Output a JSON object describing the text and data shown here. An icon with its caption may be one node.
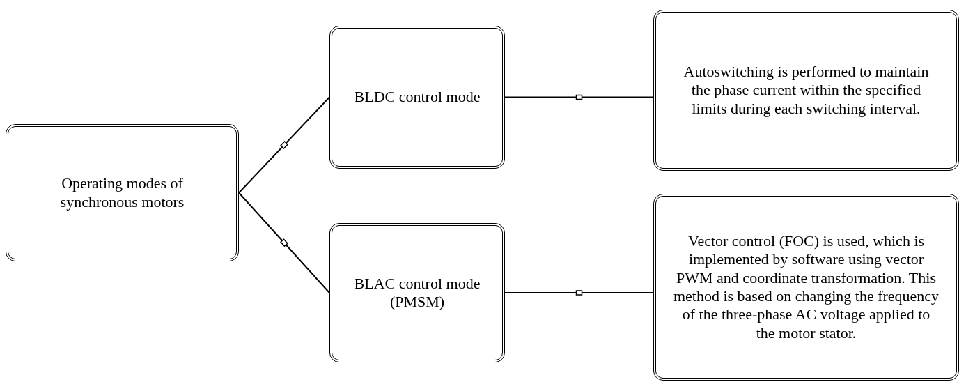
{
  "diagram": {
    "nodes": [
      {
        "text": [
          "Operating modes of synchronous motors"
        ]
      },
      {
        "text": [
          "BLDC control mode"
        ]
      },
      {
        "text": [
          "BLAC control mode (PMSM)"
        ]
      },
      {
        "text": [
          "Autoswitching is performed to maintain the phase current within the specified limits during each switching interval."
        ]
      },
      {
        "text": [
          "Vector control (FOC) is used, which is implemented by software using vector PWM and coordinate transformation. This method is based on changing the frequency of the three-phase AC voltage applied to the motor stator."
        ]
      }
    ],
    "edges": [
      {
        "from": 0,
        "to": 1,
        "arrow": "none"
      },
      {
        "from": 0,
        "to": 2,
        "arrow": "none"
      },
      {
        "from": 1,
        "to": 3,
        "arrow": "none"
      },
      {
        "from": 2,
        "to": 4,
        "arrow": "none"
      }
    ]
  }
}
